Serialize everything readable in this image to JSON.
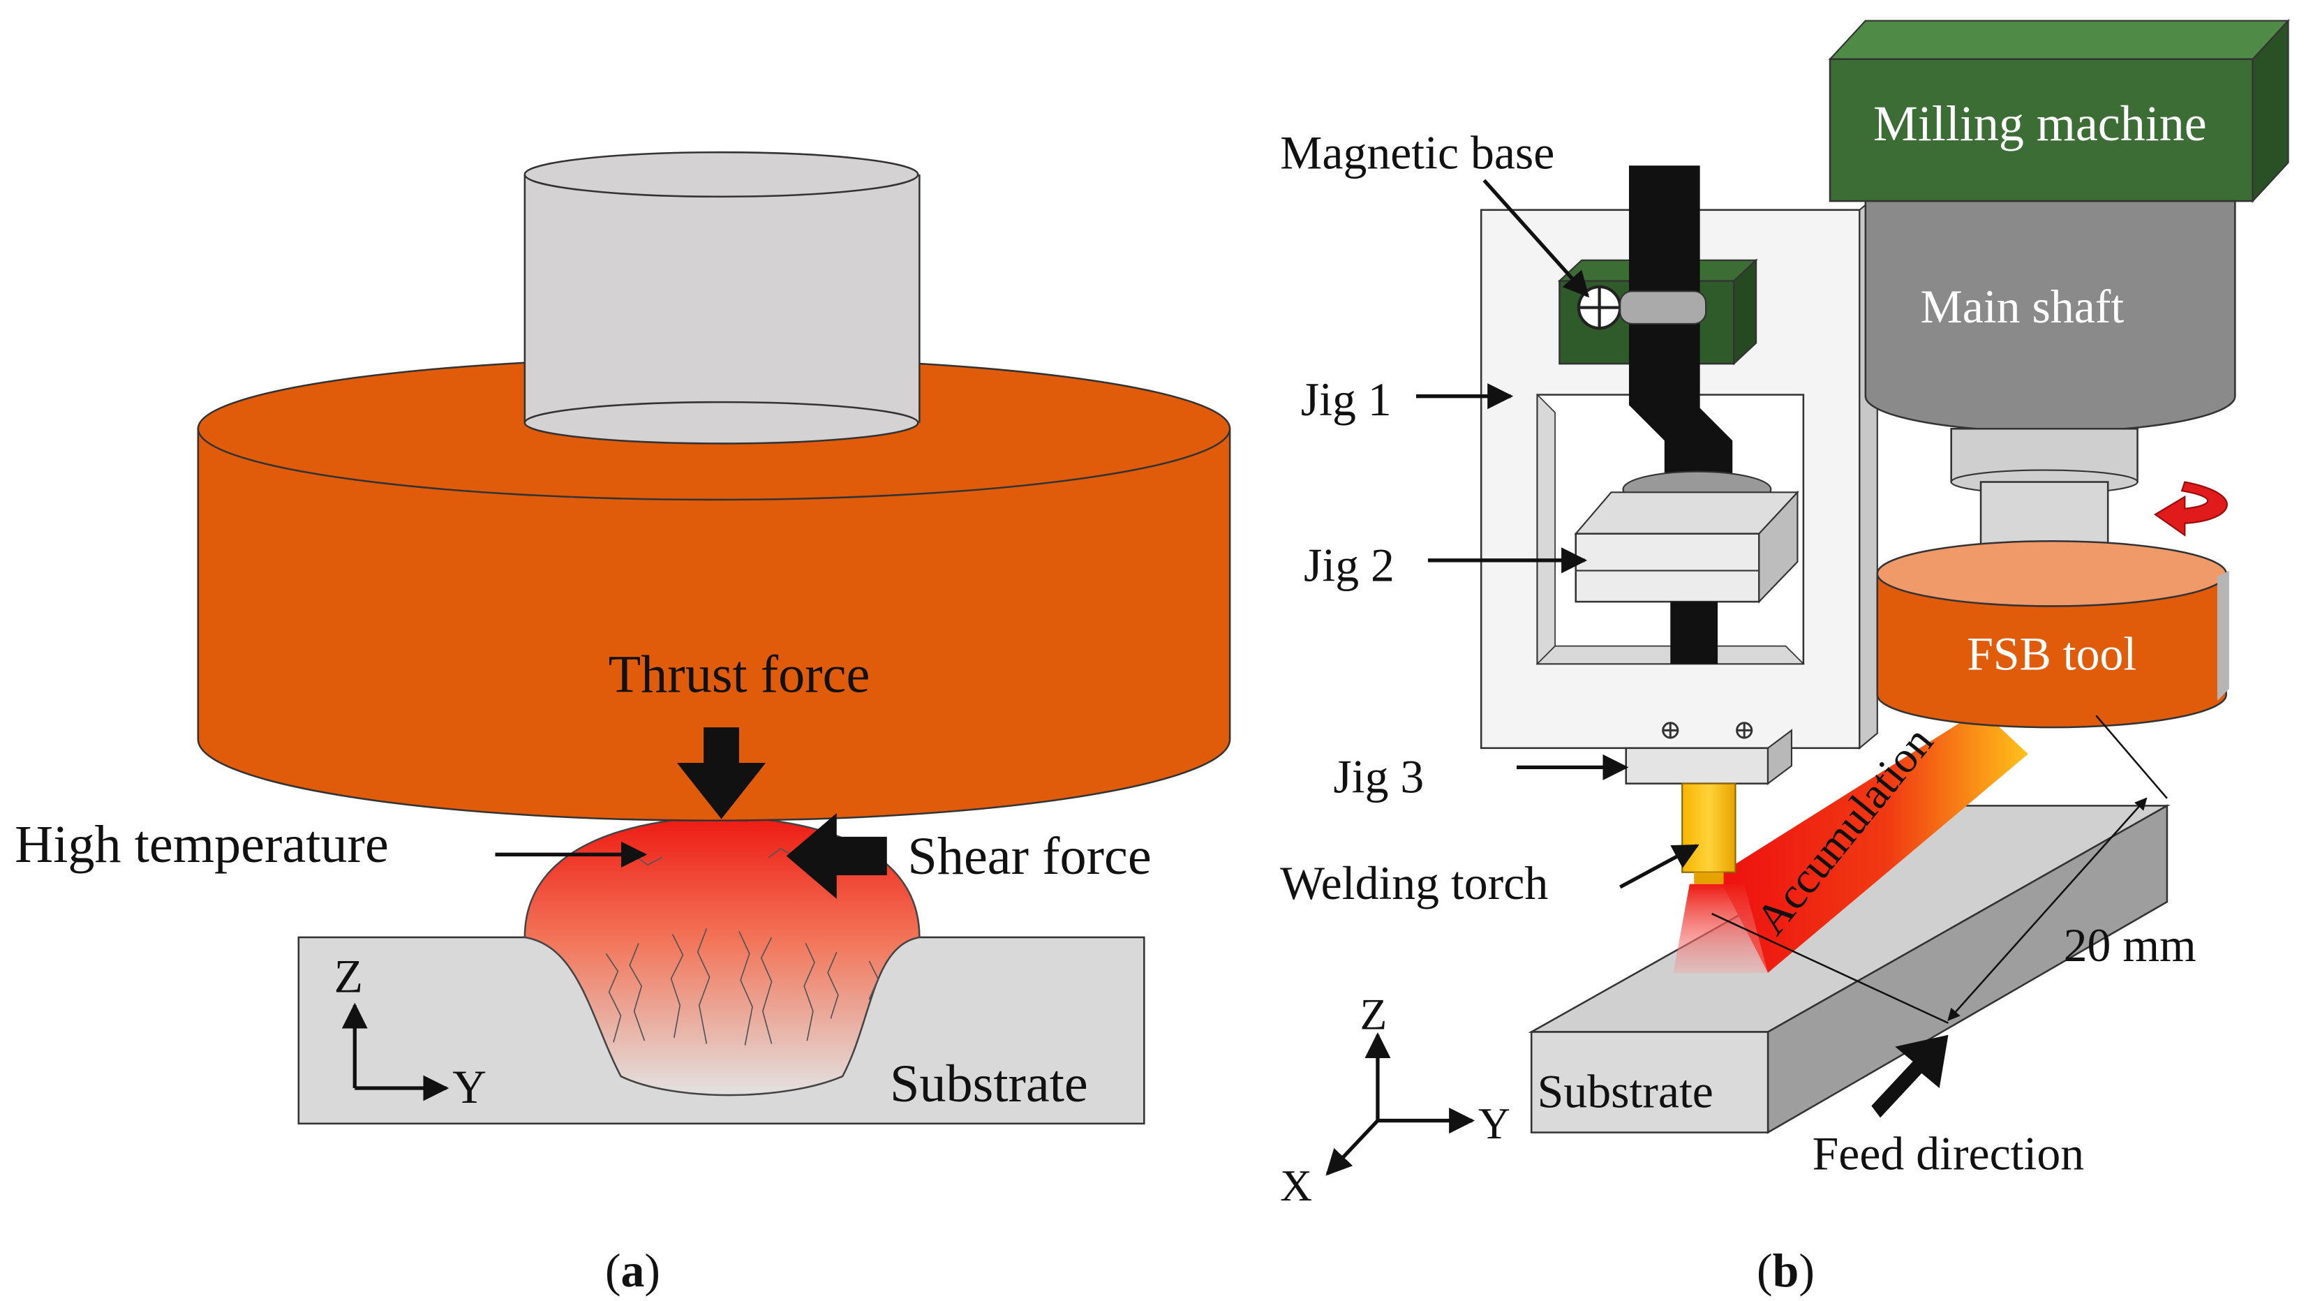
{
  "panel_a": {
    "caption_paren_open": "(",
    "caption_letter": "a",
    "caption_paren_close": ")",
    "thrust_force": "Thrust force",
    "high_temperature": "High temperature",
    "shear_force": "Shear force",
    "substrate": "Substrate",
    "axis_z": "Z",
    "axis_y": "Y"
  },
  "panel_b": {
    "caption_paren_open": "(",
    "caption_letter": "b",
    "caption_paren_close": ")",
    "magnetic_base": "Magnetic base",
    "milling_machine": "Milling machine",
    "main_shaft": "Main shaft",
    "jig_1": "Jig 1",
    "jig_2": "Jig 2",
    "jig_3": "Jig 3",
    "fsb_tool": "FSB tool",
    "welding_torch": "Welding torch",
    "accumulation": "Accumulation",
    "dimension": "20 mm",
    "substrate": "Substrate",
    "feed_direction": "Feed direction",
    "axis_z": "Z",
    "axis_y": "Y",
    "axis_x": "X"
  },
  "colors": {
    "tool_orange": "#e15c0a",
    "cylinder_grey": "#d4d2d2",
    "machine_green": "#3b6d35",
    "shaft_grey": "#8a8a8a",
    "heat_red": "#ee1a12",
    "heat_yellow": "#ffc107"
  }
}
